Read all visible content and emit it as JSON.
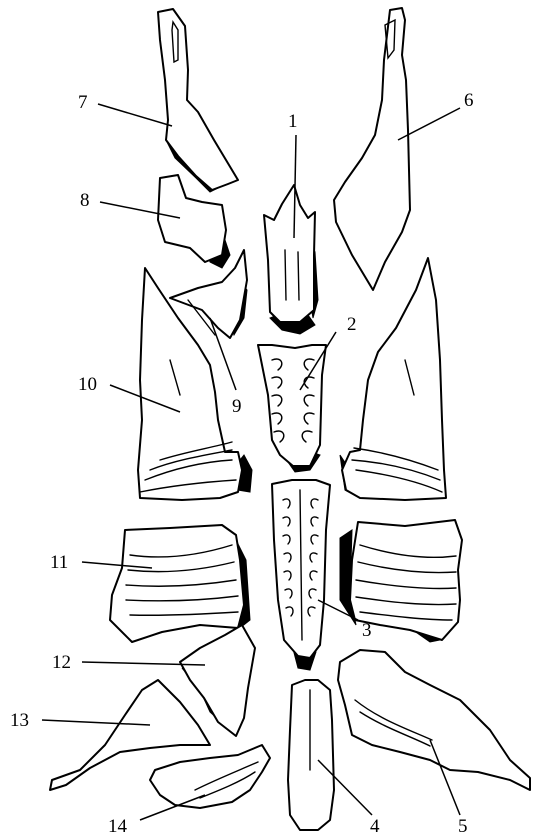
{
  "diagram": {
    "labels": [
      {
        "id": "1",
        "text": "1"
      },
      {
        "id": "2",
        "text": "2"
      },
      {
        "id": "3",
        "text": "3"
      },
      {
        "id": "4",
        "text": "4"
      },
      {
        "id": "5",
        "text": "5"
      },
      {
        "id": "6",
        "text": "6"
      },
      {
        "id": "7",
        "text": "7"
      },
      {
        "id": "8",
        "text": "8"
      },
      {
        "id": "9",
        "text": "9"
      },
      {
        "id": "10",
        "text": "10"
      },
      {
        "id": "11",
        "text": "11"
      },
      {
        "id": "12",
        "text": "12"
      },
      {
        "id": "13",
        "text": "13"
      },
      {
        "id": "14",
        "text": "14"
      }
    ],
    "colors": {
      "ink": "#000000",
      "paper": "#ffffff"
    }
  }
}
